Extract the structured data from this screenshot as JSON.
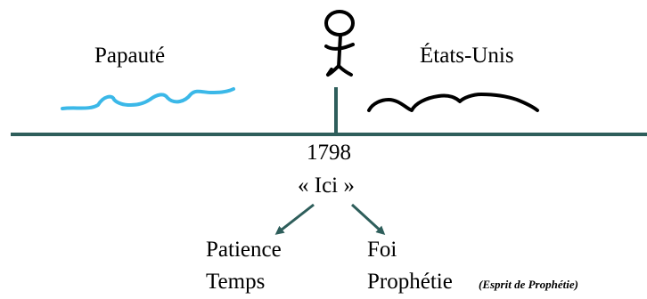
{
  "left_label": "Papauté",
  "right_label": "États-Unis",
  "year": "1798",
  "here_label": "« Ici »",
  "left_branch": [
    "Patience",
    "Temps"
  ],
  "right_branch": [
    "Foi",
    "Prophétie"
  ],
  "note": "(Esprit de Prophétie)",
  "colors": {
    "timeline": "#2e5e5b",
    "left_wave": "#3bb8e8",
    "right_wave": "#000000",
    "figure": "#000000"
  },
  "icons": {
    "person": "stick-figure-icon",
    "left_arrow": "arrow-down-left-icon",
    "right_arrow": "arrow-down-right-icon"
  }
}
